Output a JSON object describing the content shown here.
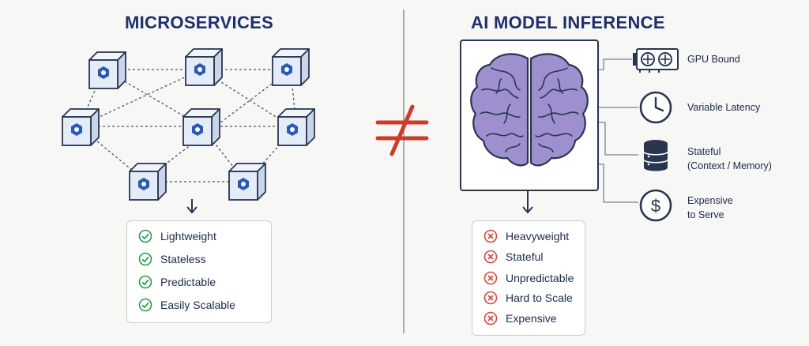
{
  "left": {
    "title": "MICROSERVICES",
    "items": [
      "Lightweight",
      "Stateless",
      "Predictable",
      "Easily Scalable"
    ]
  },
  "right": {
    "title": "AI MODEL INFERENCE",
    "items": [
      "Heavyweight",
      "Stateful",
      "Unpredictable",
      "Hard to Scale",
      "Expensive"
    ],
    "side_labels": [
      {
        "icon": "gpu-icon",
        "lines": [
          "GPU Bound"
        ]
      },
      {
        "icon": "clock-icon",
        "lines": [
          "Variable Latency"
        ]
      },
      {
        "icon": "database-icon",
        "lines": [
          "Stateful",
          "(Context / Memory)"
        ]
      },
      {
        "icon": "dollar-icon",
        "lines": [
          "Expensive",
          "to Serve"
        ]
      }
    ]
  },
  "colors": {
    "title": "#1f2f6b",
    "cube_face": "#e3ecf7",
    "cube_hex": "#2a5ab8",
    "check": "#2e9a4e",
    "cross": "#d24a3c",
    "not_equal": "#cc3b2c",
    "brain": "#9e90cf"
  }
}
